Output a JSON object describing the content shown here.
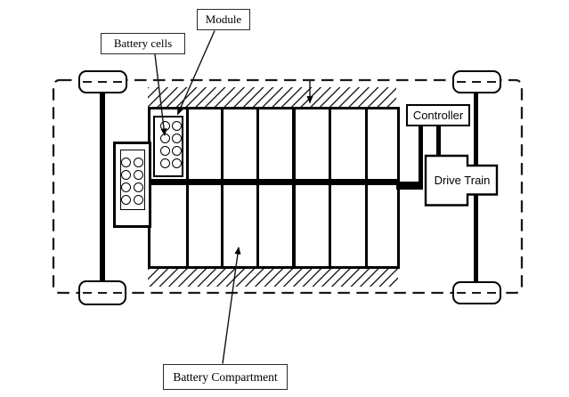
{
  "figure": {
    "background_color": "#ffffff",
    "line_color": "#000000",
    "label_border_color": "#2b2b2b",
    "labels": {
      "module": "Module",
      "battery_cells": "Battery cells",
      "battery_compartment": "Battery Compartment",
      "controller": "Controller",
      "drive_train": "Drive Train"
    }
  }
}
